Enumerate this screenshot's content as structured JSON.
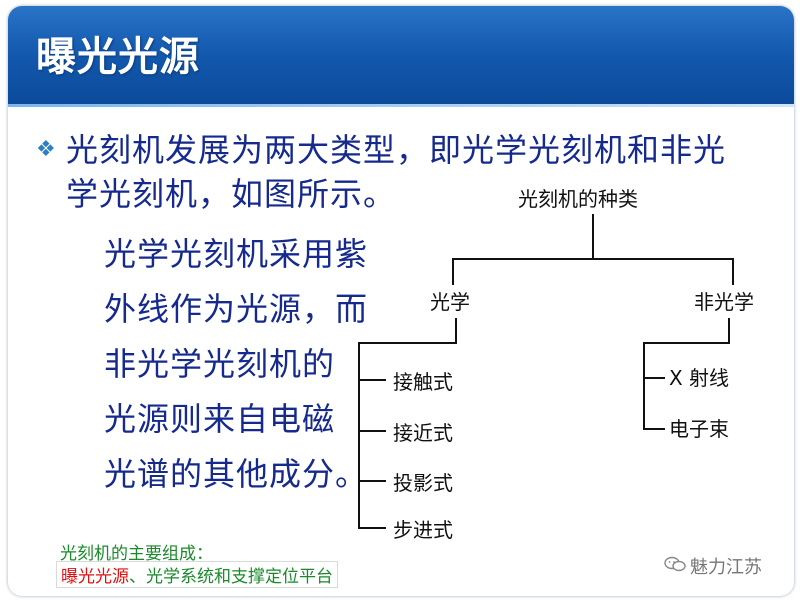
{
  "slide": {
    "title": "曝光光源",
    "intro_line1": "光刻机发展为两大类型，即光学光刻机和非光",
    "intro_line2": "学光刻机，如图所示。",
    "detail_lines": [
      "光学光刻机采用紫",
      "外线作为光源，而",
      "非光学光刻机的",
      "光源则来自电磁",
      "光谱的其他成分。"
    ]
  },
  "diagram": {
    "root": "光刻机的种类",
    "branch_left": "光学",
    "branch_right": "非光学",
    "left_items": [
      "接触式",
      "接近式",
      "投影式",
      "步进式"
    ],
    "right_items": [
      "X 射线",
      "电子束"
    ]
  },
  "footnote": {
    "heading": "光刻机的主要组成：",
    "highlight": "曝光光源",
    "rest": "、光学系统和支撑定位平台"
  },
  "watermark": {
    "icon": "wechat-icon",
    "text": "魅力江苏"
  },
  "colors": {
    "banner": "#1258ad",
    "body_text": "#152a8c",
    "bullet": "#2b7fc4",
    "footnote": "#1a8a2a",
    "highlight": "#e01010"
  }
}
